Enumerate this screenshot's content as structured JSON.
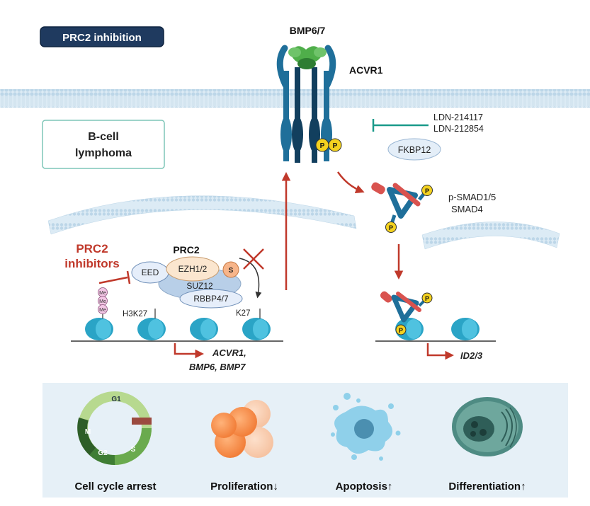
{
  "title_badge": "PRC2 inhibition",
  "ligand": "BMP6/7",
  "receptor": "ACVR1",
  "inhibitor_drugs": [
    "LDN-214117",
    "LDN-212854"
  ],
  "fkbp": "FKBP12",
  "disease_box": [
    "B-cell",
    "lymphoma"
  ],
  "smad_label": [
    "p-SMAD1/5",
    "SMAD4"
  ],
  "prc2_inhibitors_label": [
    "PRC2",
    "inhibitors"
  ],
  "prc2": {
    "title": "PRC2",
    "subunits": {
      "eed": "EED",
      "ezh": "EZH1/2",
      "suz": "SUZ12",
      "rbbp": "RBBP4/7",
      "s": "S"
    }
  },
  "methyl_marks": [
    "Me",
    "Me",
    "Me"
  ],
  "histone_labels": {
    "h3k27": "H3K27",
    "k27": "K27"
  },
  "phospho": "P",
  "target_genes_left": [
    "ACVR1,",
    "BMP6, BMP7"
  ],
  "target_genes_right": "ID2/3",
  "cell_cycle_phases": {
    "g1": "G1",
    "s": "S",
    "g2": "G2",
    "m": "M"
  },
  "outcomes": [
    "Cell cycle arrest",
    "Proliferation↓",
    "Apoptosis↑",
    "Differentiation↑"
  ],
  "colors": {
    "badge_bg": "#1f3a5f",
    "badge_border": "#0f2440",
    "red_accent": "#c0392b",
    "receptor_blue": "#1f6f9a",
    "receptor_dark": "#123f5e",
    "ligand_green": "#4fae4a",
    "teal_inhibit": "#1a9a8a",
    "membrane": "#cfe3f0",
    "phospho_yellow": "#f4d21f",
    "panel_bg": "#e6f0f7"
  }
}
